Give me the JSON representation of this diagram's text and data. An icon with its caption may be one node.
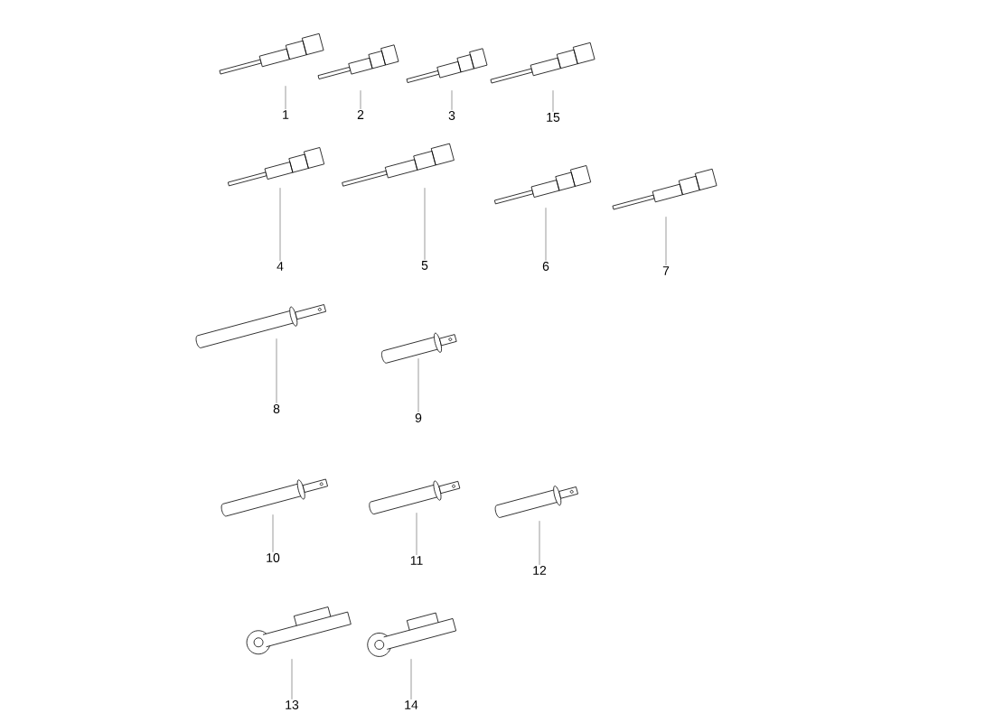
{
  "diagram": {
    "nodes": [
      {
        "text": [],
        "shape": "picture"
      },
      {
        "text": [
          "1"
        ]
      },
      {
        "text": [],
        "shape": "picture"
      },
      {
        "text": [
          "2"
        ]
      },
      {
        "text": [],
        "shape": "picture"
      },
      {
        "text": [
          "3"
        ]
      },
      {
        "text": [],
        "shape": "picture"
      },
      {
        "text": [
          "15"
        ]
      },
      {
        "text": [],
        "shape": "picture"
      },
      {
        "text": [
          "4"
        ]
      },
      {
        "text": [],
        "shape": "picture"
      },
      {
        "text": [
          "5"
        ]
      },
      {
        "text": [],
        "shape": "picture"
      },
      {
        "text": [
          "6"
        ]
      },
      {
        "text": [],
        "shape": "picture"
      },
      {
        "text": [
          "7"
        ]
      },
      {
        "text": [],
        "shape": "picture"
      },
      {
        "text": [
          "8"
        ]
      },
      {
        "text": [],
        "shape": "picture"
      },
      {
        "text": [
          "9"
        ]
      },
      {
        "text": [],
        "shape": "picture"
      },
      {
        "text": [
          "10"
        ]
      },
      {
        "text": [],
        "shape": "picture"
      },
      {
        "text": [
          "11"
        ]
      },
      {
        "text": [],
        "shape": "picture"
      },
      {
        "text": [
          "12"
        ]
      },
      {
        "text": [],
        "shape": "picture"
      },
      {
        "text": [
          "13"
        ]
      },
      {
        "text": [],
        "shape": "picture"
      },
      {
        "text": [
          "14"
        ]
      }
    ],
    "edges": [
      {
        "from": 1,
        "to": 0,
        "arrow": "none"
      },
      {
        "from": 3,
        "to": 2,
        "arrow": "none"
      },
      {
        "from": 5,
        "to": 4,
        "arrow": "none"
      },
      {
        "from": 7,
        "to": 6,
        "arrow": "none"
      },
      {
        "from": 9,
        "to": 8,
        "arrow": "none"
      },
      {
        "from": 11,
        "to": 10,
        "arrow": "none"
      },
      {
        "from": 13,
        "to": 12,
        "arrow": "none"
      },
      {
        "from": 15,
        "to": 14,
        "arrow": "none"
      },
      {
        "from": 17,
        "to": 16,
        "arrow": "none"
      },
      {
        "from": 19,
        "to": 18,
        "arrow": "none"
      },
      {
        "from": 21,
        "to": 20,
        "arrow": "none"
      },
      {
        "from": 23,
        "to": 22,
        "arrow": "none"
      },
      {
        "from": 25,
        "to": 24,
        "arrow": "none"
      },
      {
        "from": 27,
        "to": 26,
        "arrow": "none"
      },
      {
        "from": 29,
        "to": 28,
        "arrow": "none"
      }
    ]
  }
}
